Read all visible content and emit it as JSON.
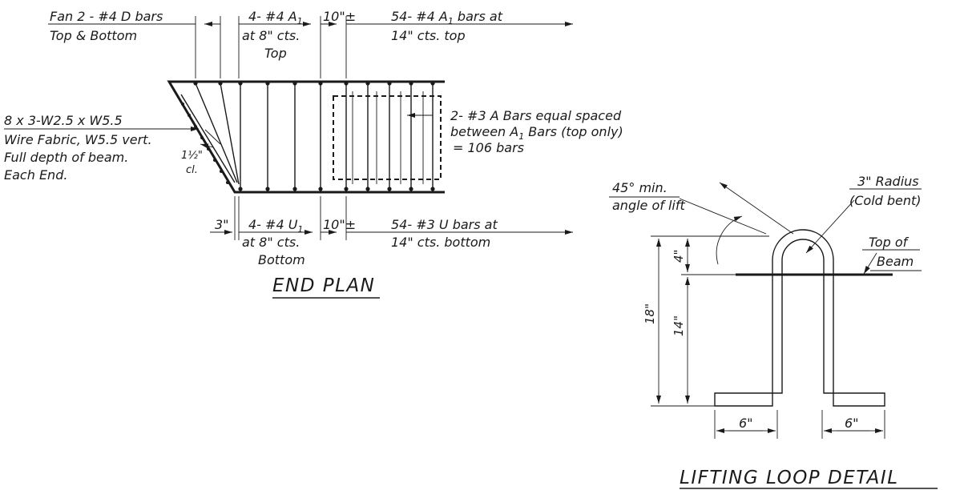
{
  "end_plan": {
    "title": "END PLAN",
    "labels": {
      "fan_bars_line1": "Fan 2 - #4 D bars",
      "fan_bars_line2": "Top & Bottom",
      "a1_top_line1": "4- #4 A",
      "a1_top_sub": "1",
      "a1_top_line2": "at 8\" cts.",
      "a1_top_line3": "Top",
      "dim_10_top": "10\"±",
      "a1_bars_line1": "54- #4 A",
      "a1_bars_sub": "1",
      "a1_bars_line1_end": " bars at",
      "a1_bars_line2": "14\" cts. top",
      "wire_line1": "8 x 3-W2.5 x W5.5",
      "wire_line2": "Wire Fabric, W5.5 vert.",
      "wire_line3": "Full depth of beam.",
      "wire_line4": "Each End.",
      "clear_cover": "1½\"",
      "clear_cover_unit": "cl.",
      "a_bars_line1": "2- #3 A Bars equal spaced",
      "a_bars_line2_pre": "between A",
      "a_bars_line2_sub": "1",
      "a_bars_line2_post": " Bars (top only)",
      "a_bars_line3": "= 106 bars",
      "dim_3": "3\"",
      "u1_line1": "4- #4 U",
      "u1_sub": "1",
      "u1_line2": "at 8\" cts.",
      "u1_line3": "Bottom",
      "dim_10_bottom": "10\"±",
      "u_bars_line1": "54- #3 U bars at",
      "u_bars_line2": "14\" cts. bottom"
    }
  },
  "lifting_loop": {
    "title": "LIFTING LOOP DETAIL",
    "labels": {
      "angle_line1": "45° min.",
      "angle_line2": "angle of lift",
      "radius_line1": "3\" Radius",
      "radius_line2": "(Cold bent)",
      "top_of_line1": "Top of",
      "top_of_line2": "Beam",
      "dim_18": "18\"",
      "dim_4": "4\"",
      "dim_14": "14\"",
      "dim_6_left": "6\"",
      "dim_6_right": "6\""
    }
  }
}
